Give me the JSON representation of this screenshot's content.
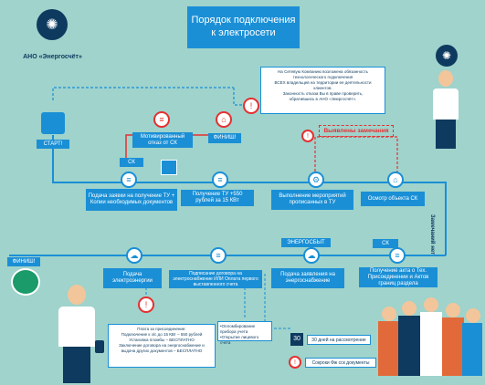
{
  "header": {
    "title_line1": "Порядок подключения",
    "title_line2": "к электросети"
  },
  "company": "АНО «Энергосчёт»",
  "notice": {
    "line1": "На Сетевую Компанию возложена обязанность",
    "line2": "технологического подключения",
    "line3": "ВСЕХ владельцев на территории ее деятельности",
    "line4": "клиентов.",
    "line5": "Законность отказа Вы в праве проверить,",
    "line6": "обратившись в АНО «Энергосчёт»."
  },
  "start_label": "СТАРТ!",
  "finish_top_label": "ФИНИШ!",
  "finish_left_label": "ФИНИШ!",
  "refusal_label": "Мотивированный отказ от СК",
  "issues_label": "Выявлены замечания",
  "no_issues_label": "Замечаний нет",
  "tags": {
    "sk1": "СК",
    "sk2": "СК",
    "energosbyt": "ЭНЕРГОСБЫТ"
  },
  "steps_top": [
    {
      "label": "Подача заявки на получение ТУ + Копии необходимых документов"
    },
    {
      "label": "Получение ТУ +550 рублей за 15 КВт"
    },
    {
      "label": "Выполнение мероприятий прописанных в ТУ"
    },
    {
      "label": "Осмотр объекта СК"
    }
  ],
  "steps_bottom": [
    {
      "label": "Подача электроэнергии"
    },
    {
      "label": "Подписание договора на электроснабжение ИЛИ Оплата первого выставленного счета"
    },
    {
      "label": "Подача заявления на энергоснабжение"
    },
    {
      "label": "Получение акта о Тех. Присоединении и Актов границ раздела"
    }
  ],
  "bottom_notes": {
    "payment": {
      "l1": "Плата за присоединение:",
      "l2": "Подключение к э/с до 15 КВт – 550 рублей",
      "l3": "Установка пломбы – БЕСПЛАТНО",
      "l4": "Заключение договора на энергоснабжение и",
      "l5": "выдача других документов – БЕСПЛАТНО"
    },
    "meter": {
      "l1": "•Опломбирование прибора учета",
      "l2": "•Открытие лицевого счета"
    },
    "days": "30 дней на рассмотрение",
    "deadline": "Сокроки Фж сск документы"
  },
  "colors": {
    "background": "#9fd3cc",
    "accent": "#1a8fd6",
    "alert": "#e53030"
  }
}
